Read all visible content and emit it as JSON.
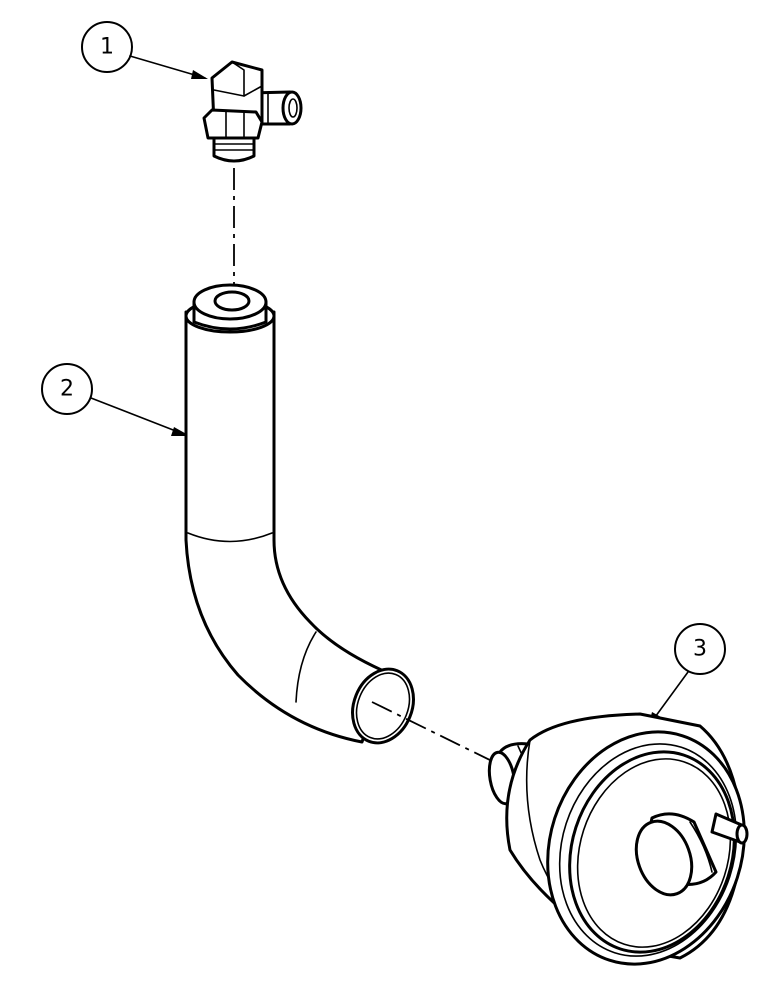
{
  "callouts": [
    {
      "id": "fitting",
      "label": "1"
    },
    {
      "id": "hose",
      "label": "2"
    },
    {
      "id": "filter",
      "label": "3"
    }
  ],
  "colors": {
    "line": "#000000",
    "background": "#ffffff"
  }
}
